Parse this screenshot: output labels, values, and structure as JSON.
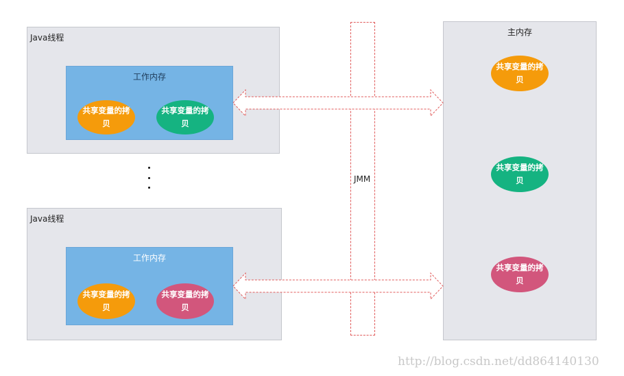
{
  "thread_top": {
    "title": "Java线程",
    "work_memory": "工作内存",
    "copies": [
      "共享变量的拷贝",
      "共享变量的拷贝"
    ]
  },
  "thread_bottom": {
    "title": "Java线程",
    "work_memory": "工作内存",
    "copies": [
      "共享变量的拷贝",
      "共享变量的拷贝"
    ]
  },
  "jmm": {
    "label": "JMM"
  },
  "main_memory": {
    "title": "主内存",
    "copies": [
      "共享变量的拷贝",
      "共享变量的拷贝",
      "共享变量的拷贝"
    ]
  },
  "watermark": "http://blog.csdn.net/dd864140130",
  "colors": {
    "orange": "#f59b0b",
    "green": "#15b381",
    "pink": "#d2567c",
    "work_memory_blue": "#75b4e5",
    "panel_gray": "#e5e6eb",
    "arrow_red": "#e05a5a"
  }
}
